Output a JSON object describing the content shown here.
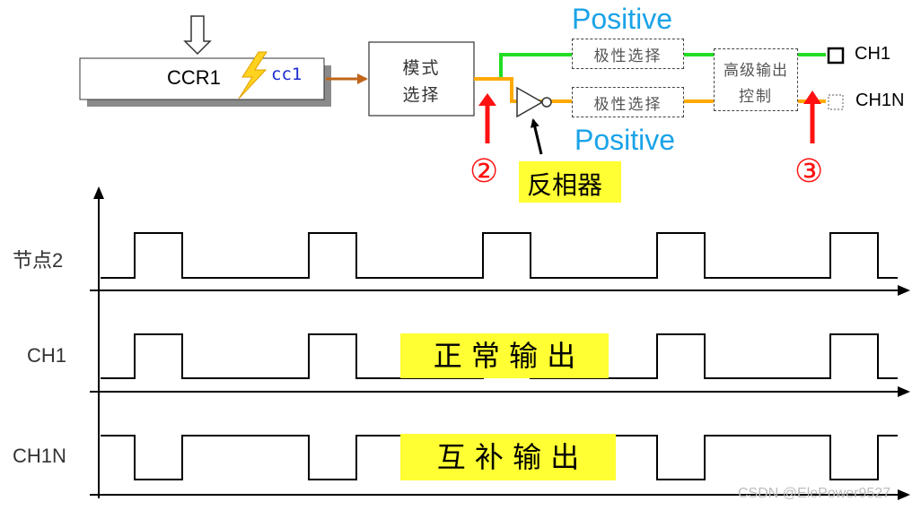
{
  "top": {
    "ccr1": "CCR1",
    "cc1": "cc1",
    "mode_select": [
      "模式",
      "选择"
    ],
    "polarity_select": "极性选择",
    "polarity_select_2": "极性选择",
    "advanced_output": [
      "高级输出",
      "控制"
    ],
    "positive_top": "Positive",
    "positive_bottom": "Positive",
    "ch1": "CH1",
    "ch1n": "CH1N",
    "inverter": "反相器",
    "marker2": "②",
    "marker3": "③"
  },
  "waveforms": {
    "labels": [
      "节点2",
      "CH1",
      "CH1N"
    ],
    "normal_output": "正 常 输 出",
    "complementary_output": "互 补 输 出"
  },
  "watermark": "CSDN @ElePower9527",
  "colors": {
    "green_line": "#22dd22",
    "orange_line": "#ffaa00",
    "red_arrow": "#ff1111",
    "positive_text": "#1aa3e8",
    "highlight": "#ffff33",
    "ccr_arrow": "#c0651a"
  }
}
